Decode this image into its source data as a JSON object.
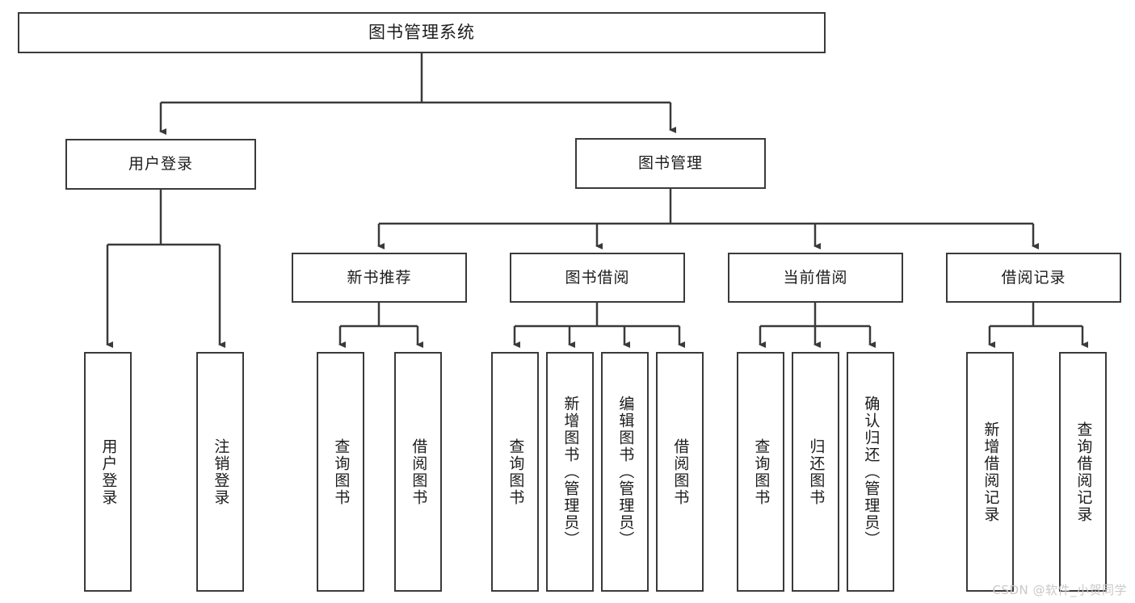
{
  "diagram": {
    "title": "图书管理系统",
    "type": "tree-hierarchy-chart",
    "root": {
      "label": "图书管理系统"
    },
    "level1": [
      {
        "label": "用户登录"
      },
      {
        "label": "图书管理"
      }
    ],
    "level2": [
      {
        "label": "新书推荐"
      },
      {
        "label": "图书借阅"
      },
      {
        "label": "当前借阅"
      },
      {
        "label": "借阅记录"
      }
    ],
    "leaves": {
      "user_login": [
        {
          "label": "用户登录"
        },
        {
          "label": "注销登录"
        }
      ],
      "new_book_recommend": [
        {
          "label": "查询图书"
        },
        {
          "label": "借阅图书"
        }
      ],
      "book_borrow": [
        {
          "label": "查询图书"
        },
        {
          "label": "新增图书（管理员）"
        },
        {
          "label": "编辑图书（管理员）"
        },
        {
          "label": "借阅图书"
        }
      ],
      "current_borrow": [
        {
          "label": "查询图书"
        },
        {
          "label": "归还图书"
        },
        {
          "label": "确认归还（管理员）"
        }
      ],
      "borrow_record": [
        {
          "label": "新增借阅记录"
        },
        {
          "label": "查询借阅记录"
        }
      ]
    }
  },
  "watermark": {
    "text": "CSDN @软件_小贺同学"
  },
  "colors": {
    "border": "#3a3a3a",
    "text": "#1c1c1c",
    "background": "#ffffff",
    "watermark": "#c9c9c9"
  }
}
